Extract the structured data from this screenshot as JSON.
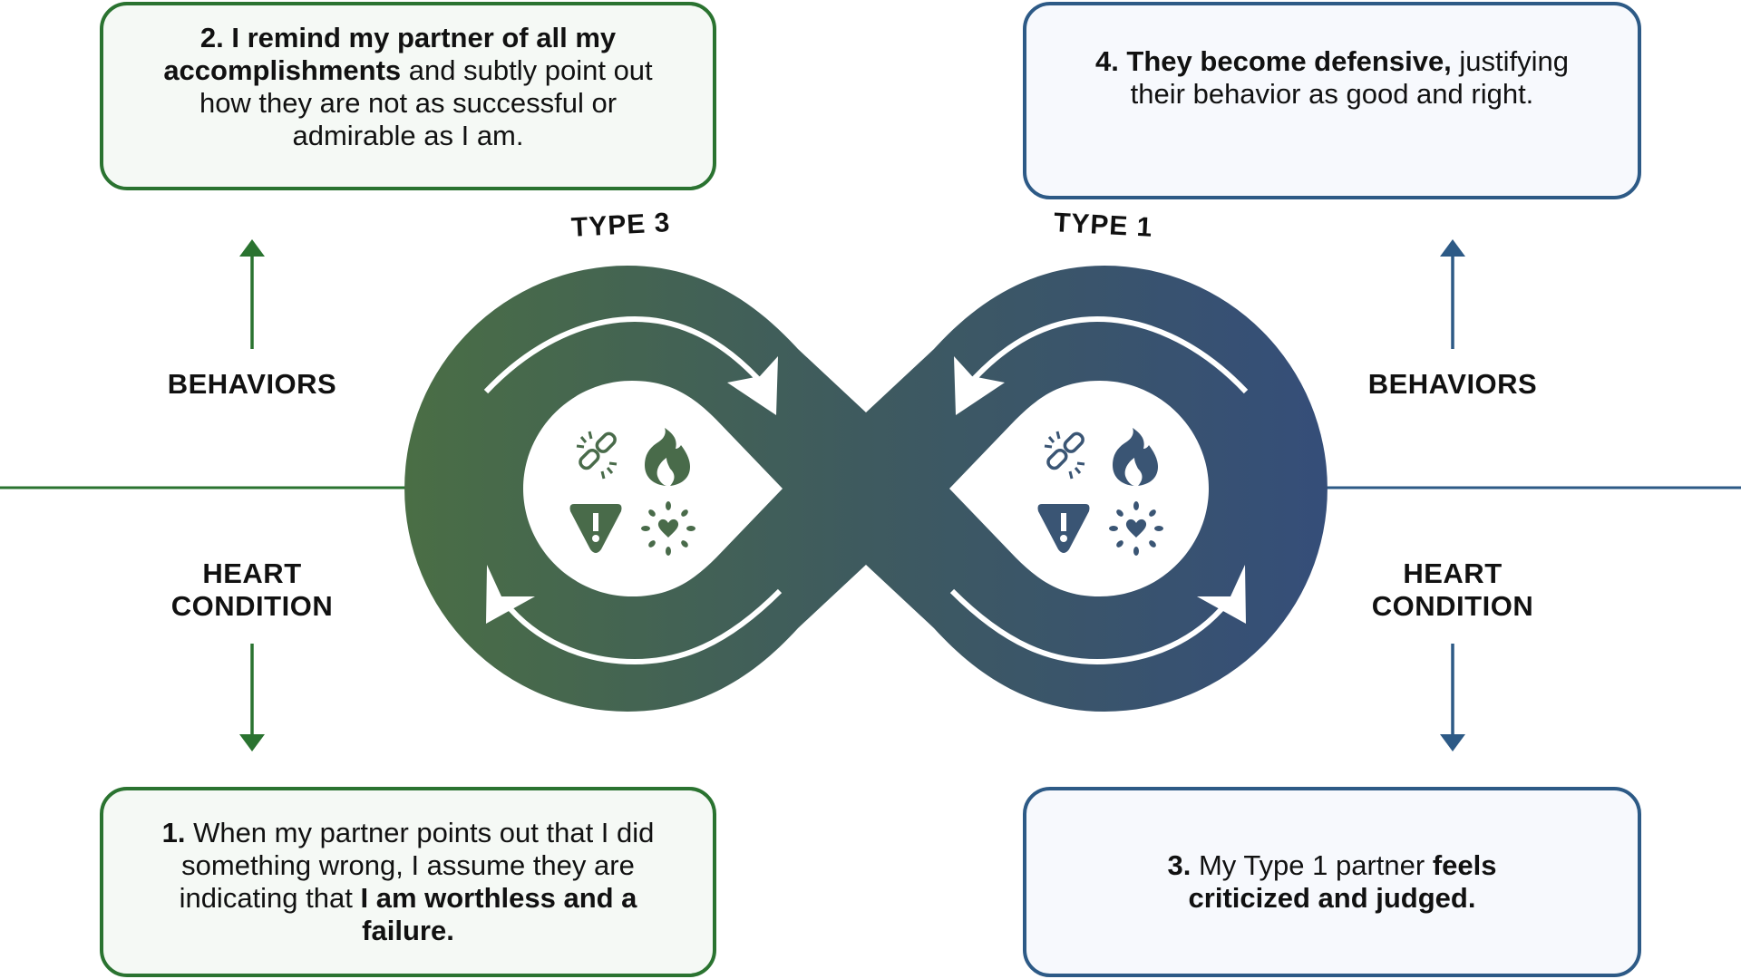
{
  "colors": {
    "green": "#2a7330",
    "blue": "#2d5a86",
    "loop_green": "#496e46",
    "loop_mid": "#3e5b5e",
    "loop_blue": "#354f78",
    "green_box_bg": "#f5f9f5",
    "blue_box_bg": "#f7f9fd"
  },
  "loops": {
    "left": {
      "label": "TYPE 3"
    },
    "right": {
      "label": "TYPE 1"
    }
  },
  "side_labels": {
    "left_behaviors": "BEHAVIORS",
    "left_heart_line1": "HEART",
    "left_heart_line2": "CONDITION",
    "right_behaviors": "BEHAVIORS",
    "right_heart_line1": "HEART",
    "right_heart_line2": "CONDITION"
  },
  "boxes": {
    "step2": {
      "bold1": "2. I remind my partner of all my accomplishments",
      "normal1": " and subtly point out how they are not as successful or admirable as I am."
    },
    "step4": {
      "bold1": "4. They become defensive,",
      "normal1": " justifying their behavior as good and right."
    },
    "step1": {
      "bold1": "1.",
      "normal1": " When my partner points out that I did something wrong, I assume they are indicating that ",
      "bold2": "I am worthless and a failure."
    },
    "step3": {
      "bold1": "3.",
      "normal1": " My Type 1 partner ",
      "bold2": "feels criticized and judged."
    }
  },
  "icons": [
    "broken-link-icon",
    "flame-icon",
    "warning-icon",
    "heart-burst-icon"
  ]
}
